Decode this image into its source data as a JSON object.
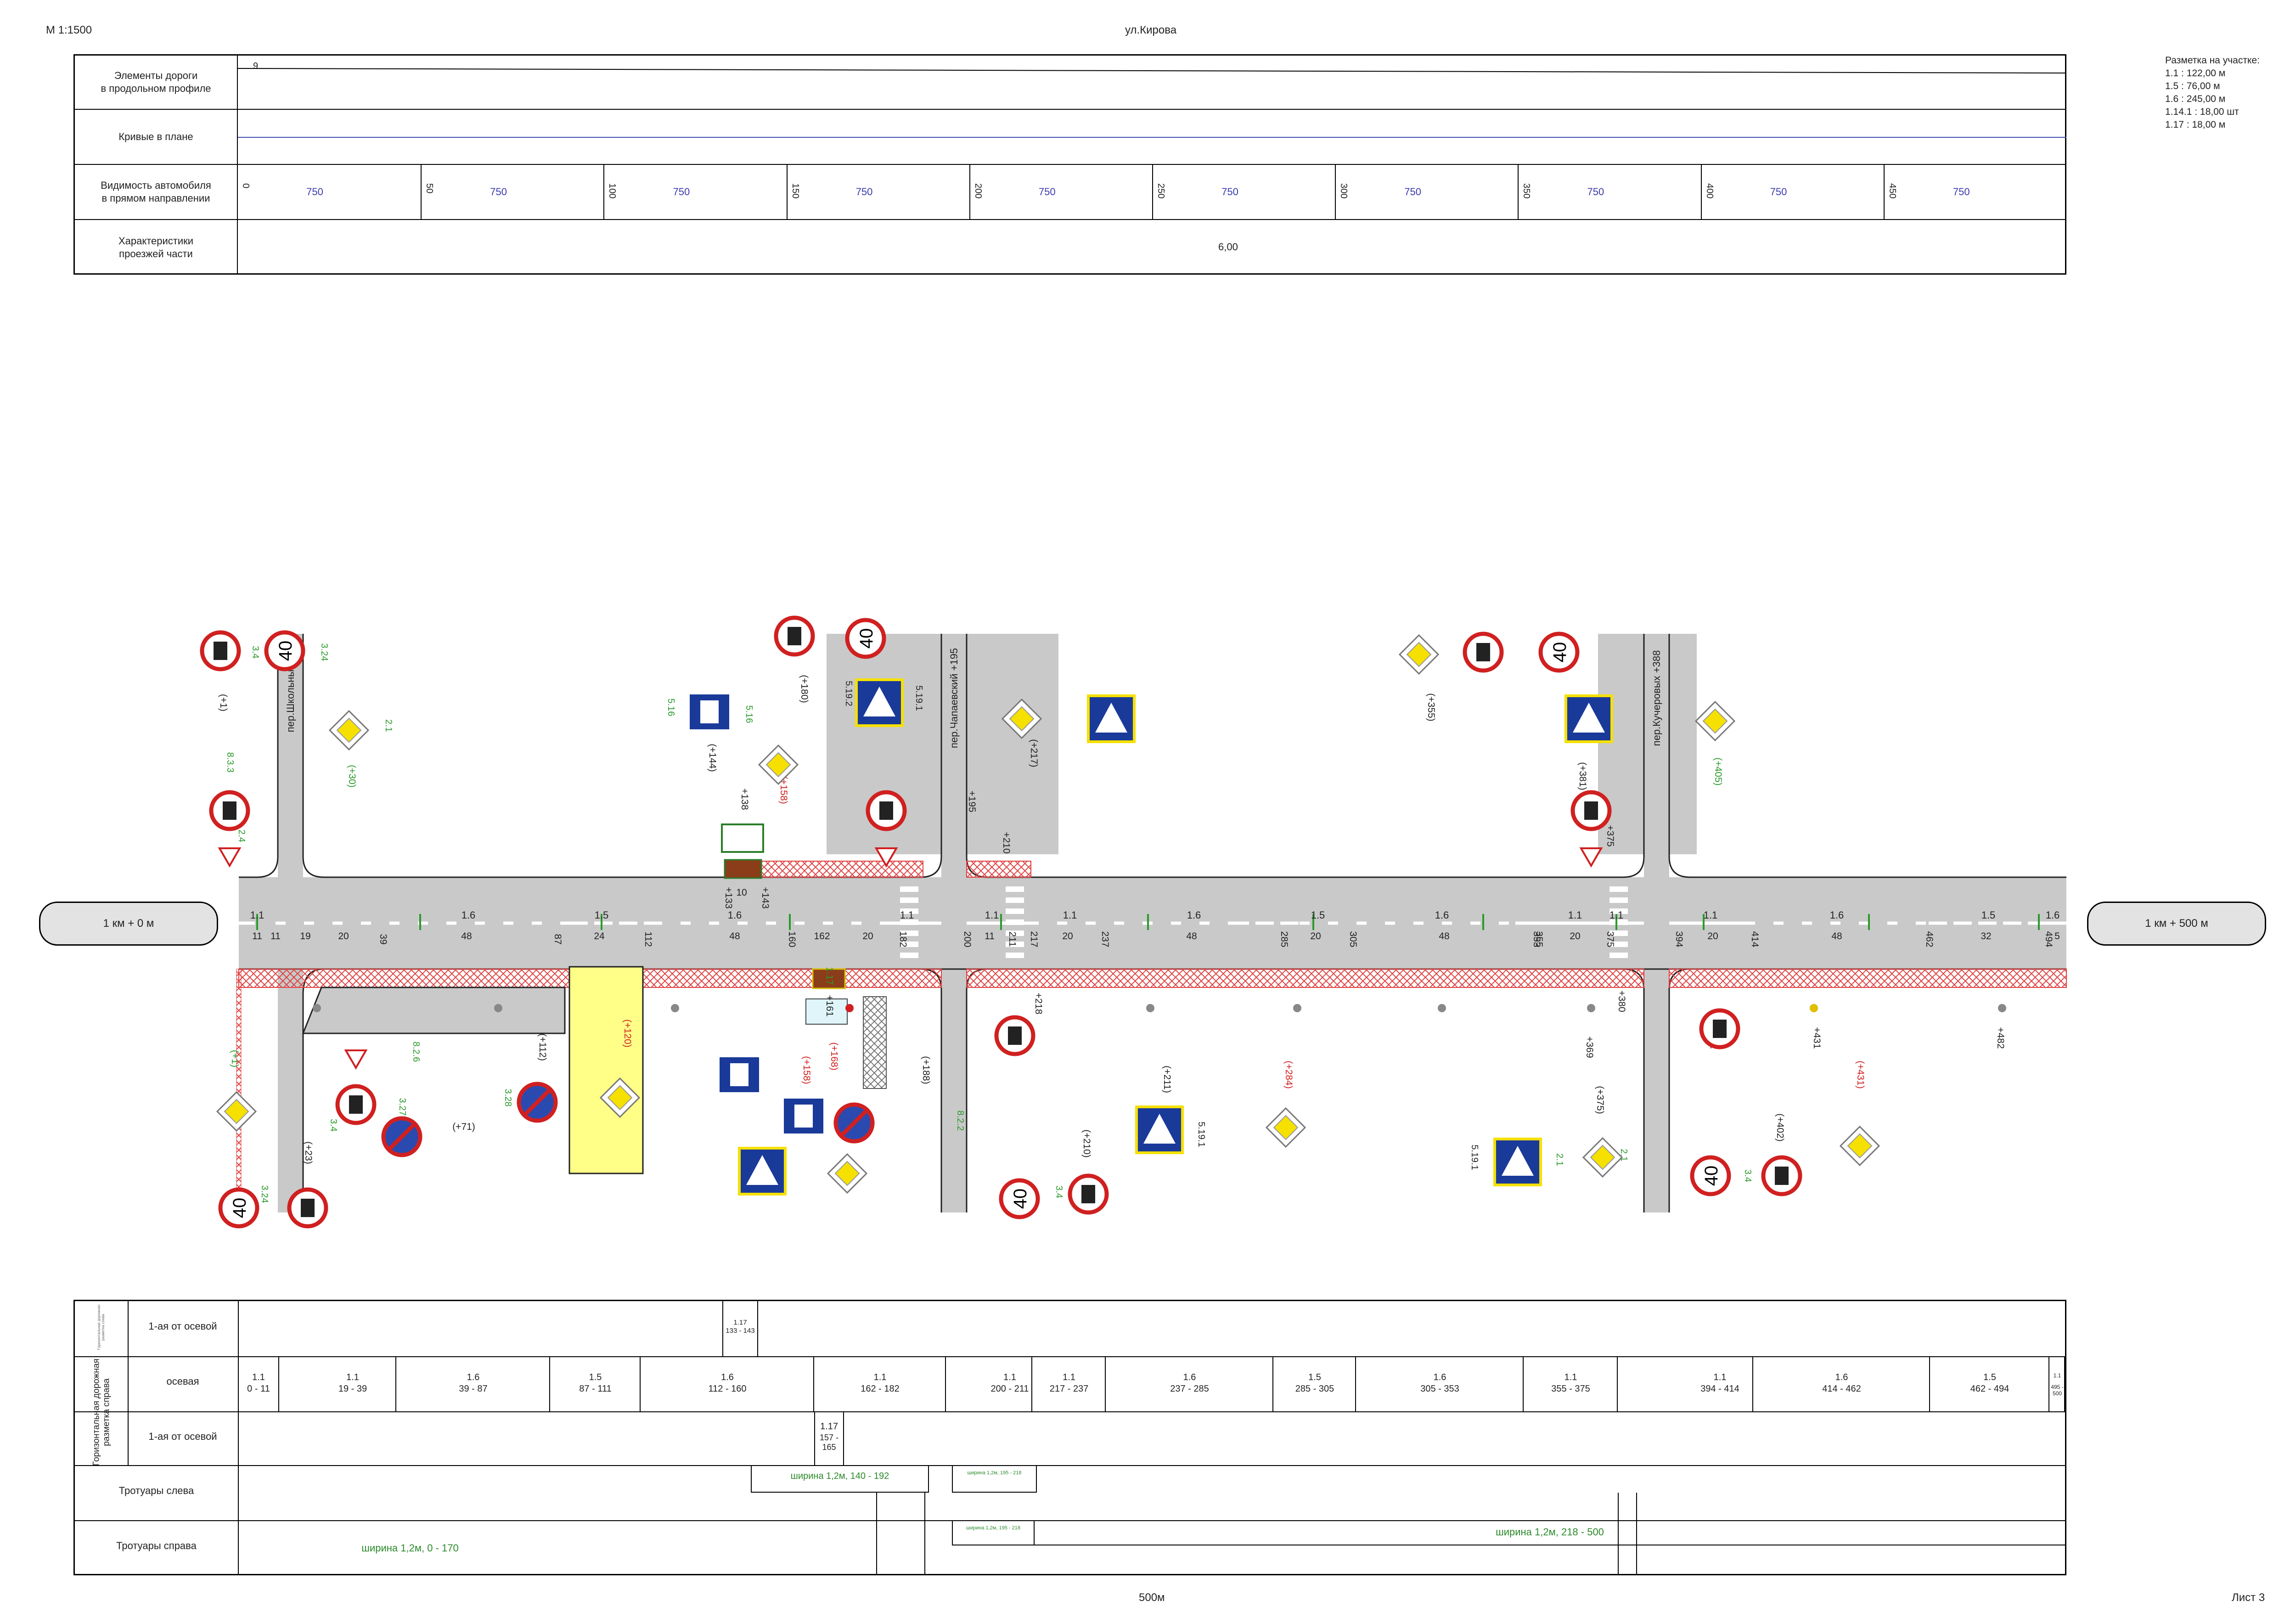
{
  "header": {
    "scale": "М 1:1500",
    "street": "ул.Кирова",
    "footer_length": "500м",
    "sheet": "Лист 3"
  },
  "legend": {
    "title": "Разметка на участке:",
    "items": [
      "1.1 : 122,00 м",
      "1.5 : 76,00 м",
      "1.6 : 245,00 м",
      "1.14.1 : 18,00 шт",
      "1.17 : 18,00 м"
    ]
  },
  "profile": {
    "rows": [
      {
        "label": "Элементы дороги\nв продольном профиле",
        "value": "9"
      },
      {
        "label": "Кривые в плане",
        "value": ""
      },
      {
        "label": "Видимость автомобиля\nв прямом направлении",
        "value": ""
      },
      {
        "label": "Характеристики\nпроезжей части",
        "value": "6,00"
      }
    ],
    "visibility": [
      {
        "pk": "0",
        "value": "750"
      },
      {
        "pk": "50",
        "value": "750"
      },
      {
        "pk": "100",
        "value": "750"
      },
      {
        "pk": "150",
        "value": "750"
      },
      {
        "pk": "200",
        "value": "750"
      },
      {
        "pk": "250",
        "value": "750"
      },
      {
        "pk": "300",
        "value": "750"
      },
      {
        "pk": "350",
        "value": "750"
      },
      {
        "pk": "400",
        "value": "750"
      },
      {
        "pk": "450",
        "value": "750"
      }
    ]
  },
  "plan": {
    "km_start": "1 км + 0 м",
    "km_end": "1 км + 500 м",
    "side_streets": [
      "пер.Школьный",
      "пер.Чапаевский +195",
      "пер.Кучеровых +388"
    ],
    "road_marks_top": [
      "1.1",
      "1.6",
      "1.5",
      "1.6",
      "1.1",
      "1.1",
      "1.1",
      "1.6",
      "1.5",
      "1.6",
      "1.1",
      "1.1",
      "1.1",
      "1.6",
      "1.5",
      "1.6"
    ],
    "chainage": [
      "11",
      "11",
      "19",
      "20",
      "39",
      "48",
      "87",
      "24",
      "112",
      "48",
      "160",
      "162",
      "20",
      "182",
      "200",
      "11",
      "211",
      "217",
      "20",
      "237",
      "48",
      "285",
      "20",
      "305",
      "48",
      "353",
      "355",
      "20",
      "375",
      "394",
      "20",
      "414",
      "48",
      "462",
      "32",
      "494",
      "5"
    ],
    "sign_labels": [
      "3.4",
      "3.24",
      "2.1",
      "8.3.3",
      "2.4",
      "5.16",
      "5.19.1",
      "5.19.2",
      "3.28",
      "3.27",
      "8.2.6",
      "8.2.2",
      "1.17",
      "40"
    ],
    "callouts": [
      "(+1)",
      "(+30)",
      "(+144)",
      "(+158)",
      "(+180)",
      "(+217)",
      "(+355)",
      "(+381)",
      "(+405)",
      "(+1)",
      "(+23)",
      "(+71)",
      "(+112)",
      "(+120)",
      "(+158)",
      "(+168)",
      "(+188)",
      "(+210)",
      "(+211)",
      "(+284)",
      "(+375)",
      "(+402)",
      "(+431)",
      "+138",
      "+161",
      "+195",
      "+210",
      "+218",
      "+380",
      "+375",
      "+431",
      "+482",
      "+369",
      "+402",
      "+133",
      "10",
      "+143"
    ]
  },
  "bottom": {
    "group_label": "Горизонтальная дорожная разметка справа",
    "group_label_left": "Горизонтальная дорожная разметка слева",
    "rows": [
      "1-ая от осевой",
      "осевая",
      "1-ая от осевой",
      "Тротуары слева",
      "Тротуары справа"
    ],
    "left_first": [
      {
        "mark": "1.17",
        "range": "133 - 143"
      }
    ],
    "axial": [
      {
        "mark": "1.1",
        "range": "0 - 11"
      },
      {
        "mark": "1.1",
        "range": "19 - 39"
      },
      {
        "mark": "1.6",
        "range": "39 - 87"
      },
      {
        "mark": "1.5",
        "range": "87 - 111"
      },
      {
        "mark": "1.6",
        "range": "112 - 160"
      },
      {
        "mark": "1.1",
        "range": "162 - 182"
      },
      {
        "mark": "1.1",
        "range": "200 - 211"
      },
      {
        "mark": "1.1",
        "range": "217 - 237"
      },
      {
        "mark": "1.6",
        "range": "237 - 285"
      },
      {
        "mark": "1.5",
        "range": "285 - 305"
      },
      {
        "mark": "1.6",
        "range": "305 - 353"
      },
      {
        "mark": "1.1",
        "range": "355 - 375"
      },
      {
        "mark": "1.1",
        "range": "394 - 414"
      },
      {
        "mark": "1.6",
        "range": "414 - 462"
      },
      {
        "mark": "1.5",
        "range": "462 - 494"
      },
      {
        "mark": "1.1",
        "range": "495 - 500"
      }
    ],
    "right_first": [
      {
        "mark": "1.17",
        "range": "157 - 165"
      }
    ],
    "sidewalk_left": [
      {
        "text": "ширина 1,2м, 140 - 192"
      },
      {
        "text": "ширина 1,2м, 195 - 218"
      }
    ],
    "sidewalk_right": [
      {
        "text": "ширина 1,2м, 0 - 170"
      },
      {
        "text": "ширина 1,2м, 218 - 500"
      },
      {
        "text": "ширина 1,2м, 195 - 218"
      }
    ]
  }
}
